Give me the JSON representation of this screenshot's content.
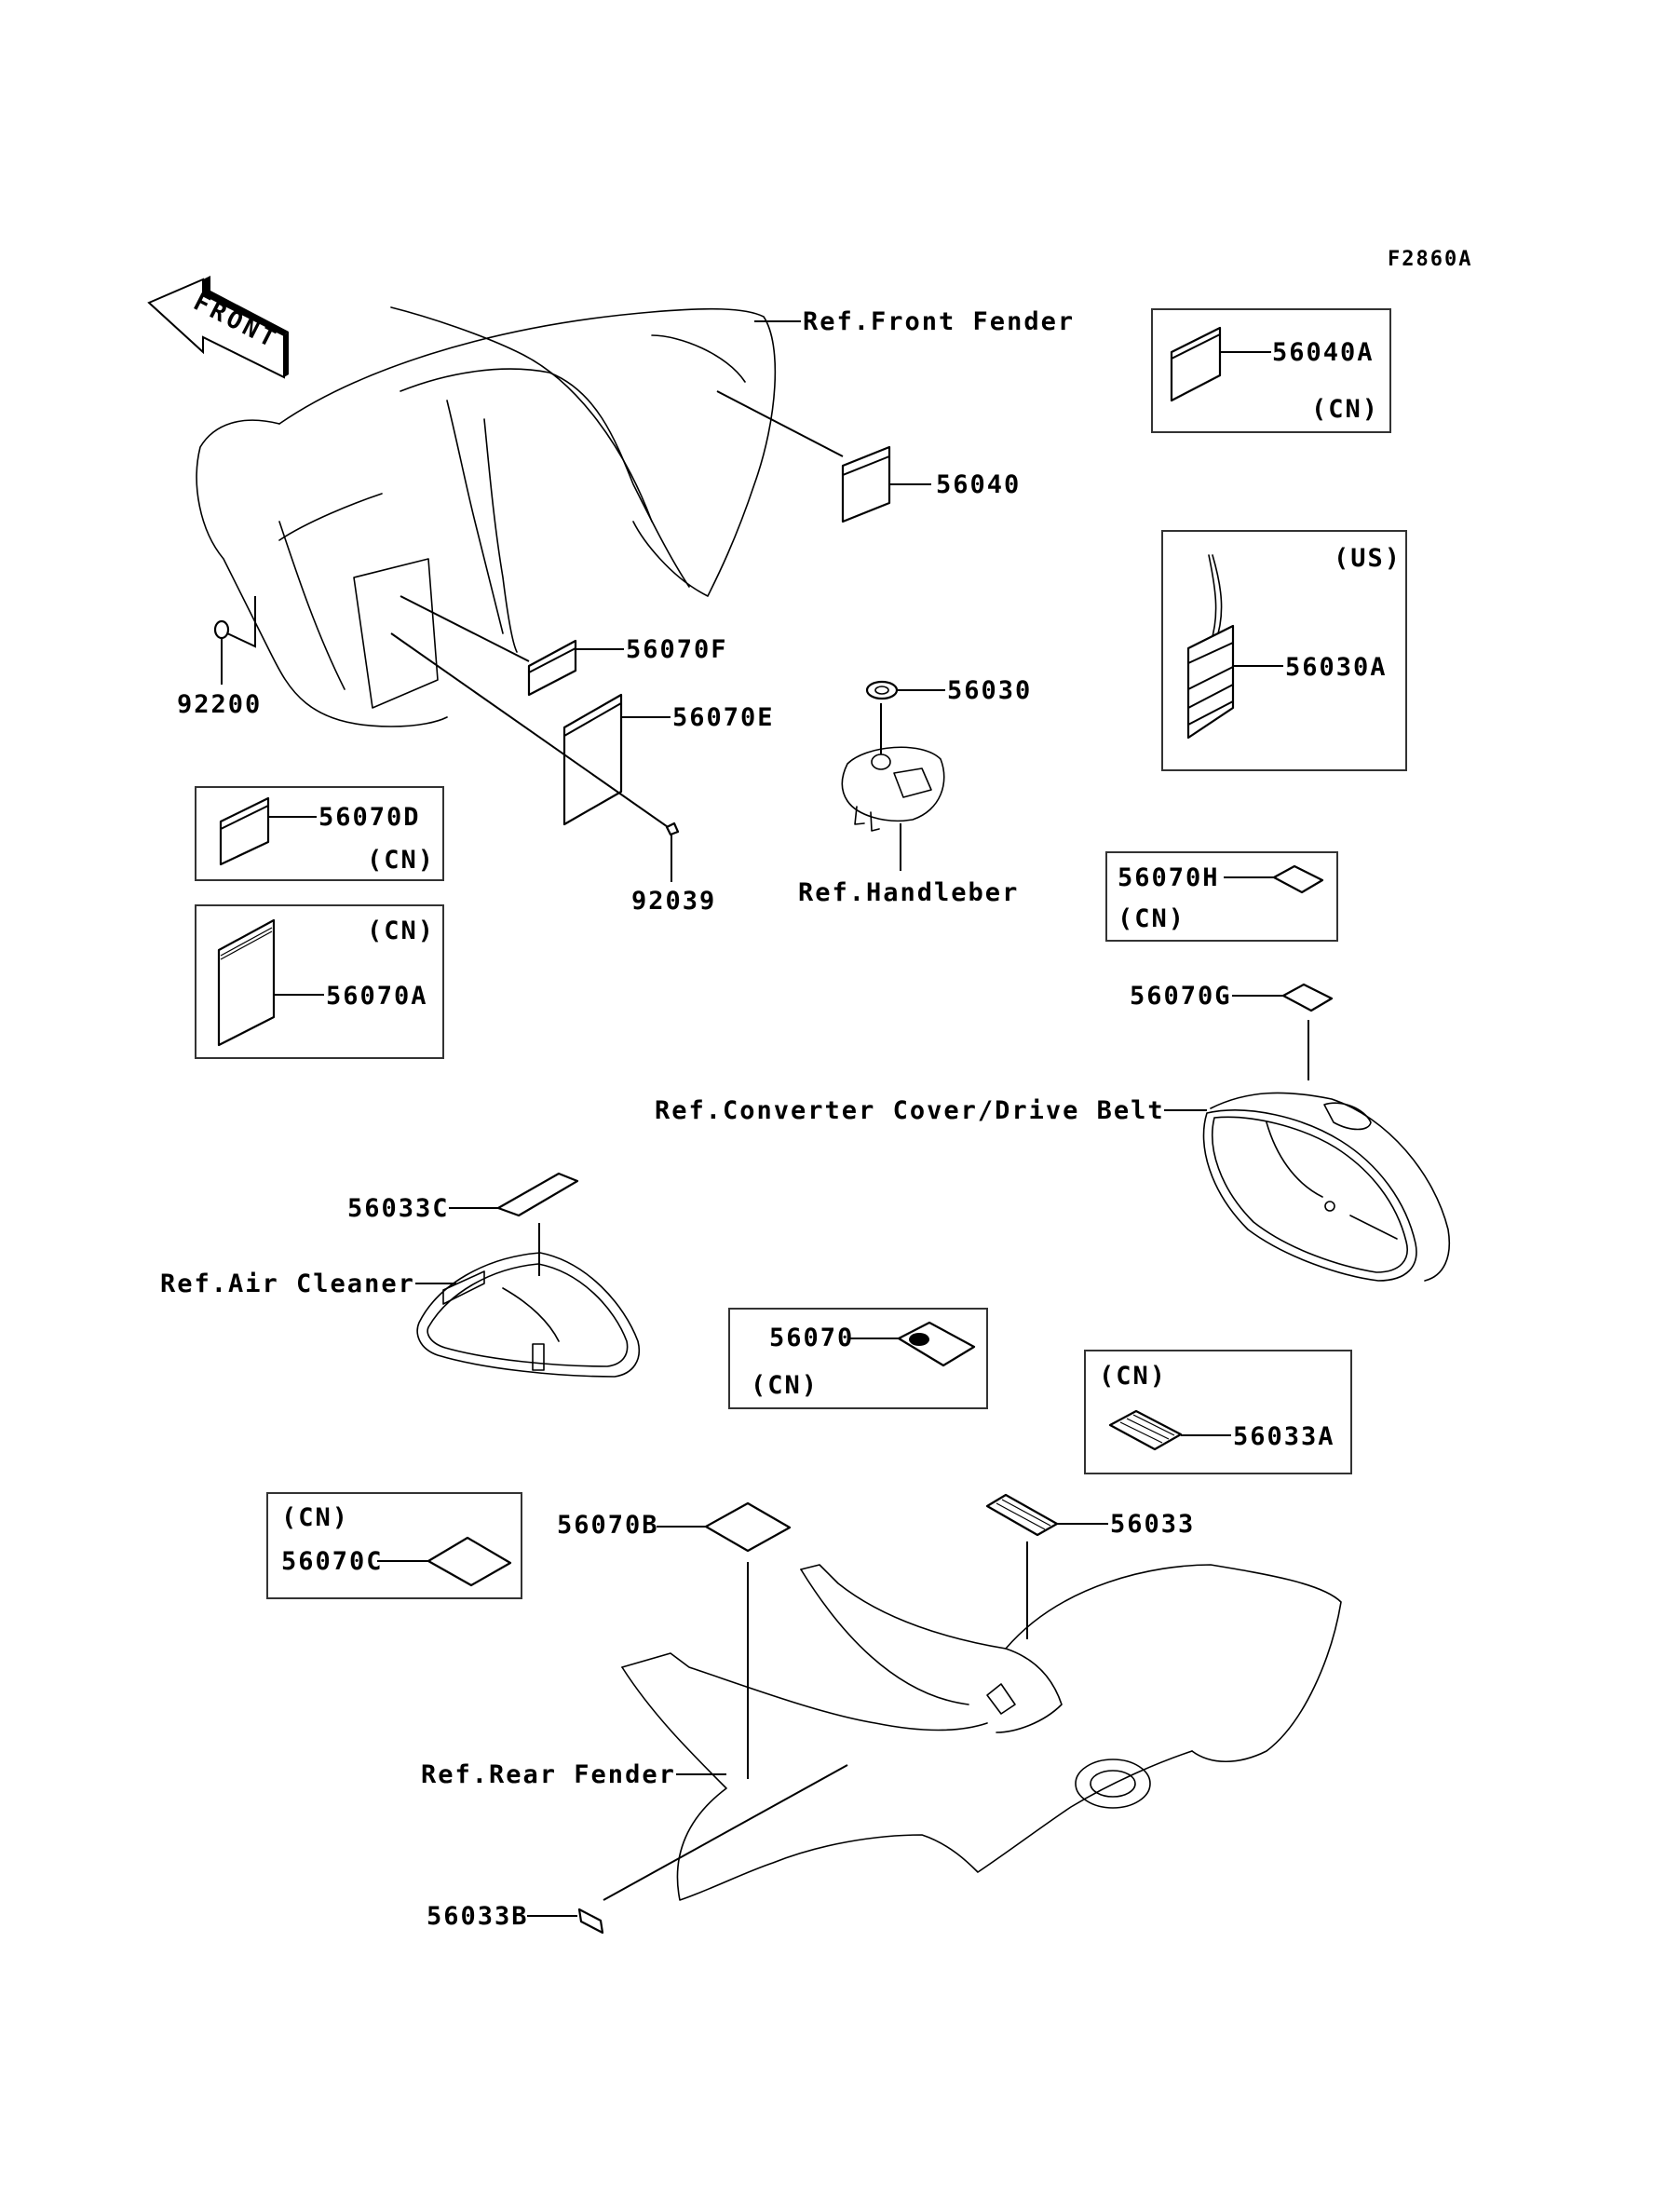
{
  "diagram": {
    "figure_id": "F2860A",
    "orientation_marker": "FRONT",
    "references": {
      "front_fender": "Ref.Front Fender",
      "handlebar": "Ref.Handleber",
      "converter_cover": "Ref.Converter Cover/Drive Belt",
      "air_cleaner": "Ref.Air Cleaner",
      "rear_fender": "Ref.Rear Fender"
    },
    "parts": {
      "p56040": "56040",
      "p56040A": "56040A",
      "p56070F": "56070F",
      "p56070E": "56070E",
      "p92200": "92200",
      "p92039": "92039",
      "p56030": "56030",
      "p56030A": "56030A",
      "p56070D": "56070D",
      "p56070A": "56070A",
      "p56070H": "56070H",
      "p56070G": "56070G",
      "p56033C": "56033C",
      "p56070": "56070",
      "p56033A": "56033A",
      "p56033": "56033",
      "p56070B": "56070B",
      "p56070C": "56070C",
      "p56033B": "56033B"
    },
    "region_tags": {
      "cn": "(CN)",
      "us": "(US)"
    }
  }
}
